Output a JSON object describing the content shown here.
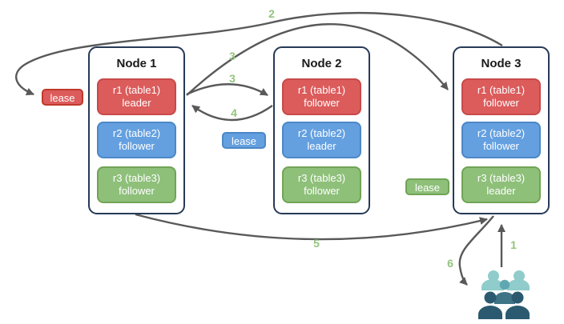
{
  "diagram": {
    "nodes": [
      {
        "title": "Node 1",
        "replicas": [
          {
            "name": "r1 (table1)",
            "role": "leader"
          },
          {
            "name": "r2 (table2)",
            "role": "follower"
          },
          {
            "name": "r3 (table3)",
            "role": "follower"
          }
        ]
      },
      {
        "title": "Node 2",
        "replicas": [
          {
            "name": "r1 (table1)",
            "role": "follower"
          },
          {
            "name": "r2 (table2)",
            "role": "leader"
          },
          {
            "name": "r3 (table3)",
            "role": "follower"
          }
        ]
      },
      {
        "title": "Node 3",
        "replicas": [
          {
            "name": "r1 (table1)",
            "role": "follower"
          },
          {
            "name": "r2 (table2)",
            "role": "follower"
          },
          {
            "name": "r3 (table3)",
            "role": "leader"
          }
        ]
      }
    ],
    "leases": [
      {
        "label": "lease",
        "for": "r1",
        "color": "#dc5b5b"
      },
      {
        "label": "lease",
        "for": "r2",
        "color": "#64a0e0"
      },
      {
        "label": "lease",
        "for": "r3",
        "color": "#8ec07a"
      }
    ],
    "steps": [
      {
        "label": "1"
      },
      {
        "label": "2"
      },
      {
        "label": "3"
      },
      {
        "label": "3"
      },
      {
        "label": "4"
      },
      {
        "label": "5"
      },
      {
        "label": "6"
      }
    ],
    "icons": {
      "users": "users-group-icon"
    },
    "colors": {
      "arrow": "#595959",
      "step_label": "#93c47d",
      "node_border": "#273a57",
      "replica_red": "#dc5b5b",
      "replica_blue": "#64a0e0",
      "replica_green": "#8ec07a",
      "users_light_teal": "#8fcccb",
      "users_dark_slate": "#2b5a70"
    }
  }
}
